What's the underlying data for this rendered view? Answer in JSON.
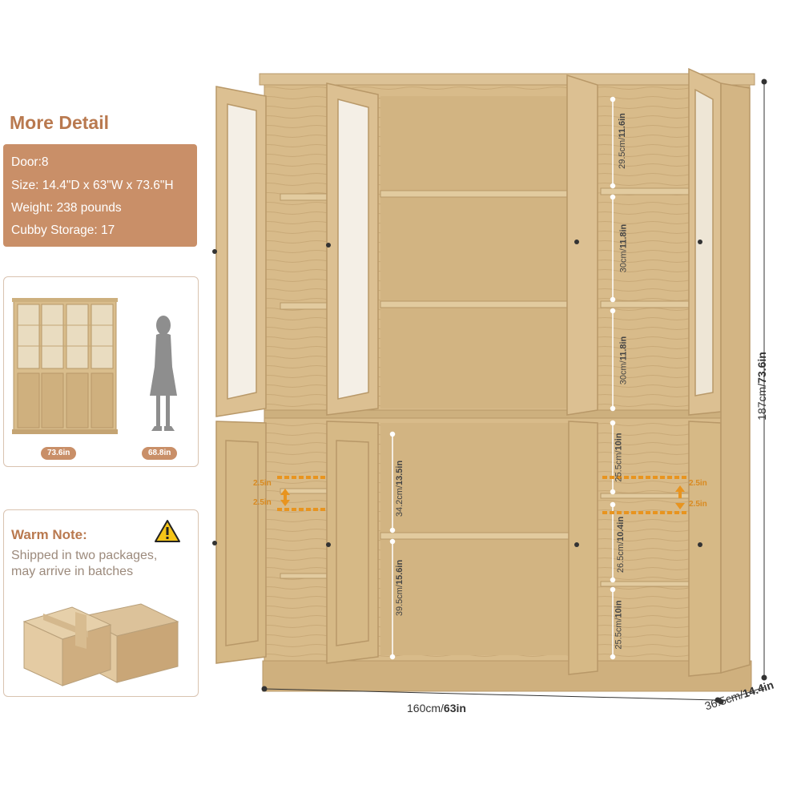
{
  "detail": {
    "title": "More Detail",
    "specs": [
      "Door:8",
      "Size: 14.4\"D x 63\"W x 73.6\"H",
      "Weight: 238 pounds",
      "Cubby Storage: 17"
    ]
  },
  "height_compare": {
    "cabinet_height": "73.6in",
    "person_height": "68.8in"
  },
  "warm_note": {
    "title": "Warm Note:",
    "text": "Shipped in two packages,\nmay arrive in batches"
  },
  "dimensions": {
    "width_cm": "160cm/",
    "width_in": "63in",
    "height_cm": "187cm/",
    "height_in": "73.6in",
    "depth_cm": "36.5cm/",
    "depth_in": "14.4in"
  },
  "shelf_heights": {
    "right_upper": [
      {
        "cm": "29.5cm/",
        "in": "11.6in"
      },
      {
        "cm": "30cm/",
        "in": "11.8in"
      },
      {
        "cm": "30cm/",
        "in": "11.8in"
      }
    ],
    "right_lower": [
      {
        "cm": "25.5cm/",
        "in": "10in"
      },
      {
        "cm": "26.5cm/",
        "in": "10.4in"
      },
      {
        "cm": "25.5cm/",
        "in": "10in"
      }
    ],
    "center_lower": [
      {
        "cm": "34.2cm/",
        "in": "13.5in"
      },
      {
        "cm": "39.5cm/",
        "in": "15.6in"
      }
    ],
    "adjust_offsets": [
      "2.5in",
      "2.5in",
      "2.5in",
      "2.5in"
    ]
  },
  "colors": {
    "accent": "#c98f68",
    "accent_text": "#b9794f",
    "wood": "#d9bd8c",
    "wood_dark": "#c4a473",
    "adjust_orange": "#e8941f"
  }
}
